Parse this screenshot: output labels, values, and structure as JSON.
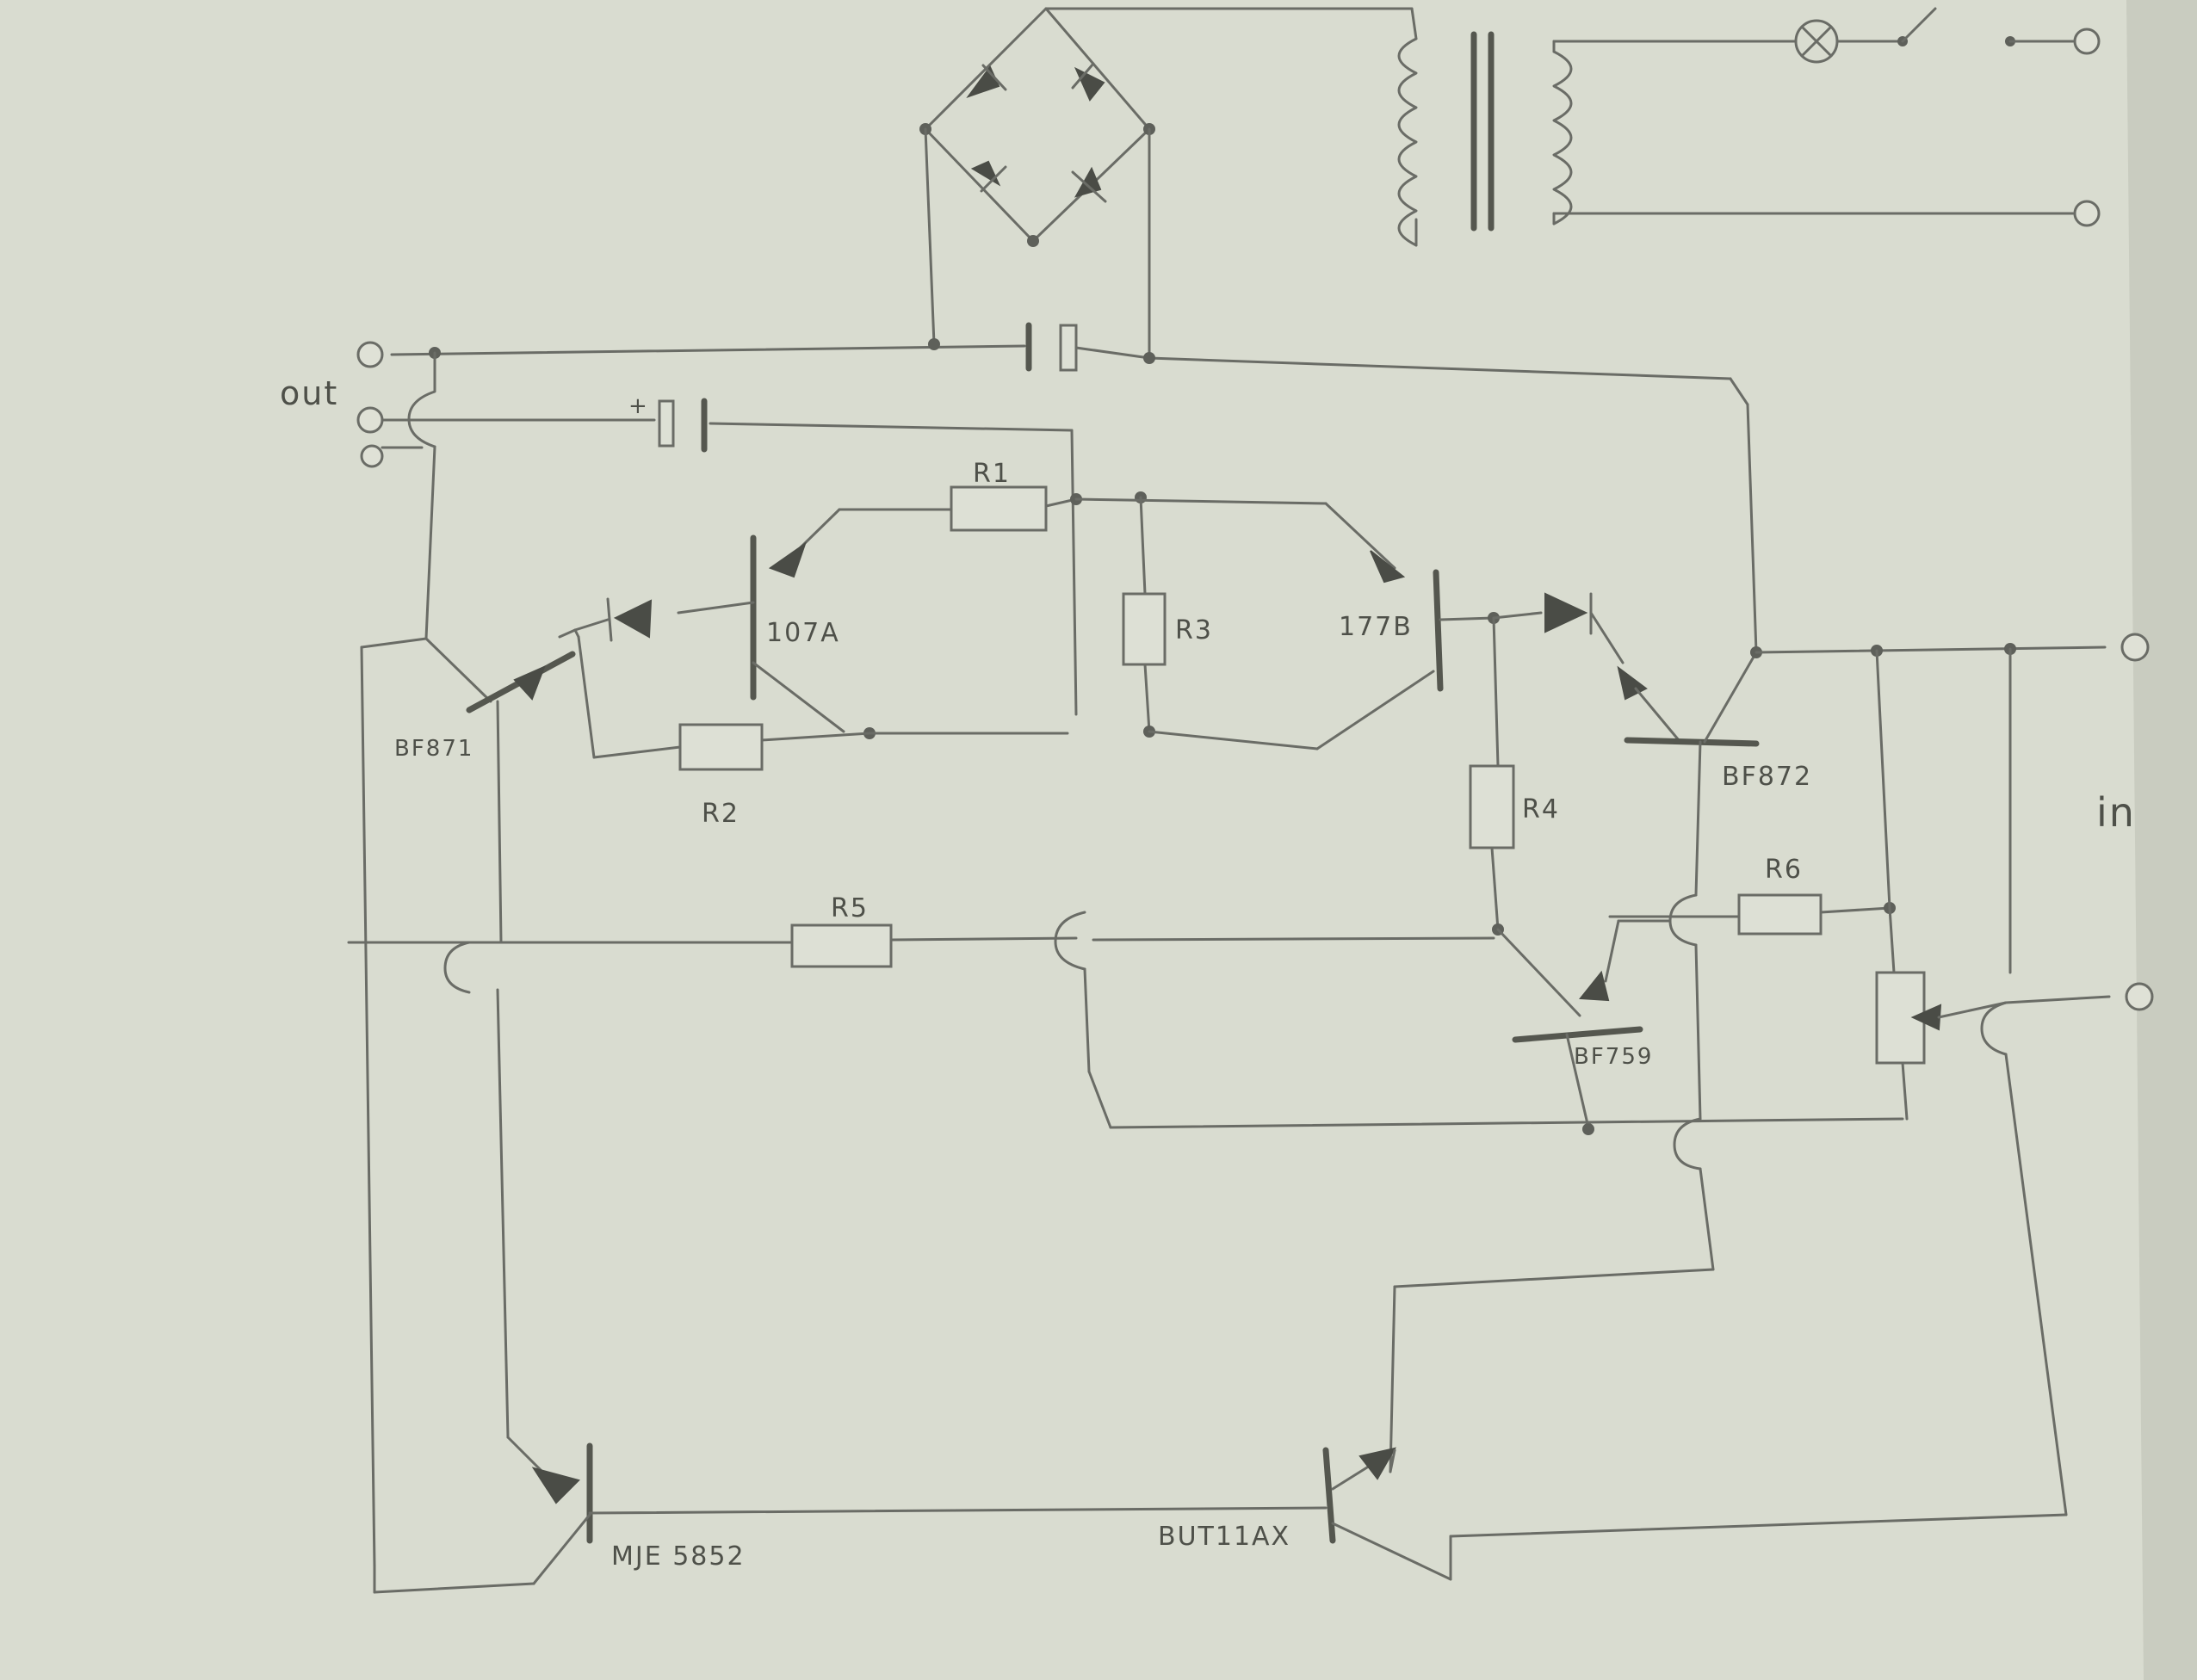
{
  "labels": {
    "out": "out",
    "in": "in",
    "r1": "R1",
    "r2": "R2",
    "r3": "R3",
    "r4": "R4",
    "r5": "R5",
    "r6": "R6",
    "t_107a": "107A",
    "t_177b": "177B",
    "t_bf871": "BF871",
    "t_bf872": "BF872",
    "t_bf759": "BF759",
    "t_mje": "MJE 5852",
    "t_but": "BUT11AX",
    "cap_plus": "+"
  },
  "colors": {
    "paper": "#d9dcd0",
    "pencil": "#6a6c66"
  }
}
